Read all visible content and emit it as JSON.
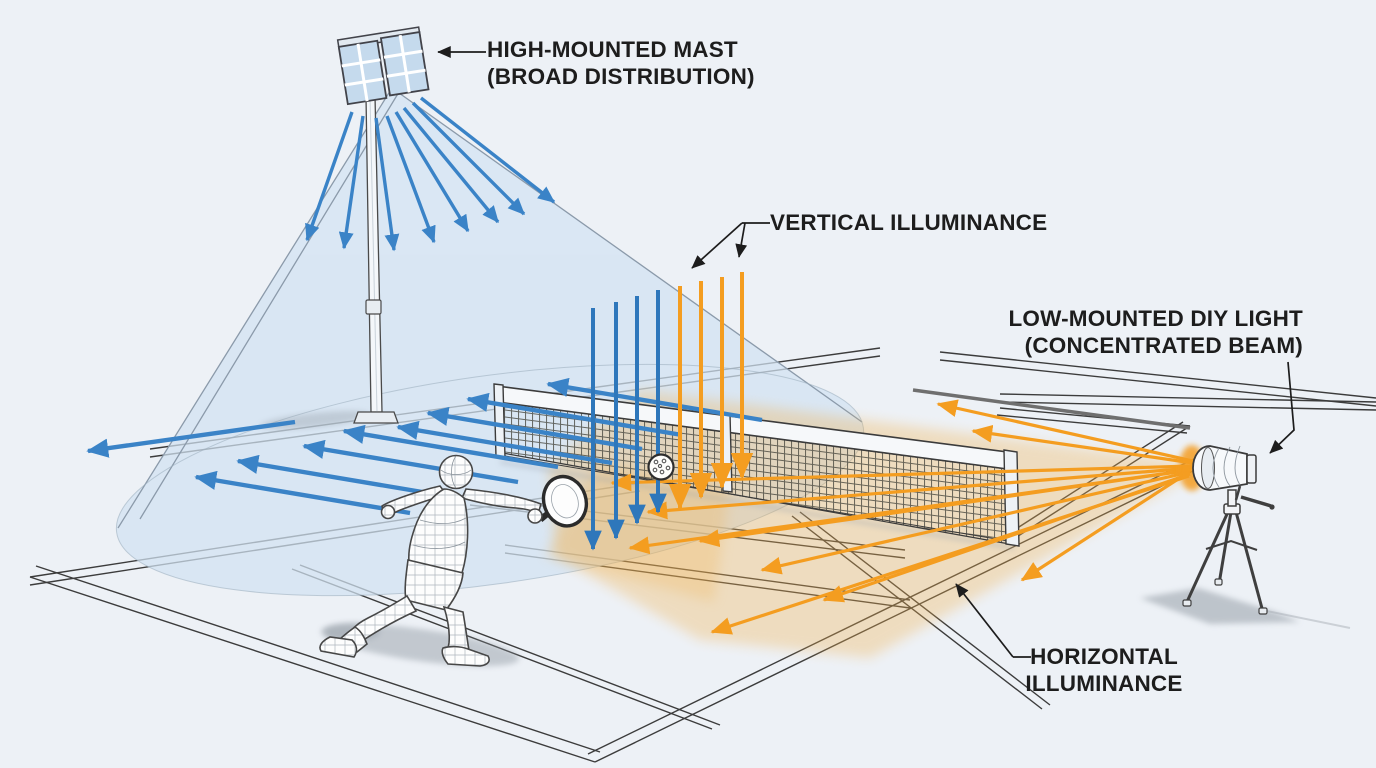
{
  "page": {
    "title": "Sports lighting illuminance diagram"
  },
  "labels": {
    "mast": {
      "line1": "HIGH-MOUNTED MAST",
      "line2": "(BROAD DISTRIBUTION)"
    },
    "vertical_illuminance": {
      "line1": "VERTICAL ILLUMINANCE"
    },
    "diy_light": {
      "line1": "LOW-MOUNTED DIY LIGHT",
      "line2": "(CONCENTRATED BEAM)"
    },
    "horizontal_illuminance": {
      "line1": "HORIZONTAL",
      "line2": "ILLUMINANCE"
    }
  },
  "colors": {
    "background": "#edf1f6",
    "blue_arrow": "#3a83c7",
    "blue_vertical": "#2e77bb",
    "cone_fill": "#d2e3f2",
    "cone_edge": "#8b9aaa",
    "orange": "#f49d20",
    "orange_pool": "#f2b14e",
    "court_line": "#3c3c3c",
    "fence_line": "#6f6f6f",
    "label_text": "#1d1d1d",
    "shadow": "#8f98a1"
  }
}
